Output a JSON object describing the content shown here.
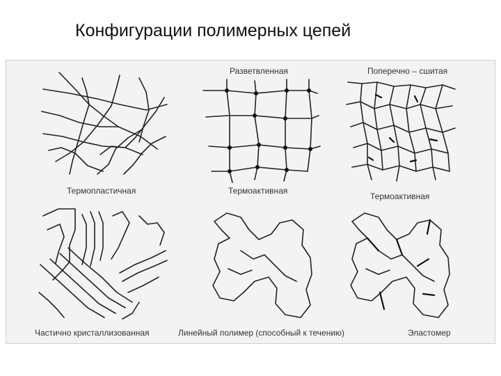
{
  "title": "Конфигурации полимерных цепей",
  "panels": [
    {
      "id": "thermoplastic",
      "label": "Термопластичная"
    },
    {
      "id": "branched",
      "top_label": "Разветвленная",
      "label": "Термоактивная"
    },
    {
      "id": "crosslinked",
      "top_label": "Поперечно – сшитая",
      "label": "Термоактивная"
    },
    {
      "id": "crystalline",
      "label": "Частично кристаллизованная"
    },
    {
      "id": "linear",
      "label": "Линейный полимер (способный к течению)"
    },
    {
      "id": "elastomer",
      "label": "Эластомер"
    }
  ]
}
